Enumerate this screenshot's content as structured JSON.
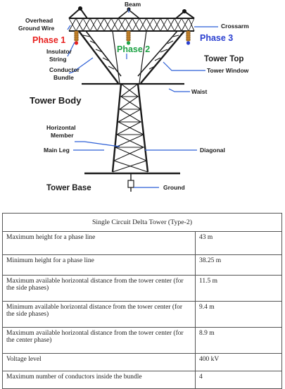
{
  "diagram": {
    "labels": {
      "beam": "Beam",
      "overhead_ground_wire_1": "Overhead",
      "overhead_ground_wire_2": "Ground Wire",
      "crossarm": "Crossarm",
      "phase1": "Phase 1",
      "phase2": "Phase 2",
      "phase3": "Phase 3",
      "insulator_string_1": "Insulator",
      "insulator_string_2": "String",
      "conductor_bundle_1": "Conductor",
      "conductor_bundle_2": "Bundle",
      "tower_top": "Tower Top",
      "tower_window": "Tower Window",
      "waist": "Waist",
      "tower_body": "Tower Body",
      "horizontal_member_1": "Horizontal",
      "horizontal_member_2": "Member",
      "main_leg": "Main Leg",
      "diagonal": "Diagonal",
      "tower_base": "Tower Base",
      "ground": "Ground"
    },
    "colors": {
      "phase1": "#e8201e",
      "phase2": "#1fa346",
      "phase3": "#2a3fd0",
      "structure": "#1a1a1a",
      "insulator": "#c9862e"
    }
  },
  "table": {
    "title": "Single Circuit Delta Tower (Type-2)",
    "rows": [
      {
        "param": "Maximum height for a phase line",
        "value": "43 m"
      },
      {
        "param": "Minimum height for a phase line",
        "value": "38.25 m"
      },
      {
        "param": "Maximum available horizontal distance from the tower center (for the side phases)",
        "value": "11.5 m"
      },
      {
        "param": "Minimum available horizontal distance from the tower center (for the side phases)",
        "value": "9.4 m"
      },
      {
        "param": "Maximum available horizontal distance from the tower center (for the center phase)",
        "value": "8.9 m"
      },
      {
        "param": "Voltage level",
        "value": "400 kV"
      },
      {
        "param": "Maximum number of conductors inside the bundle",
        "value": "4"
      }
    ]
  }
}
